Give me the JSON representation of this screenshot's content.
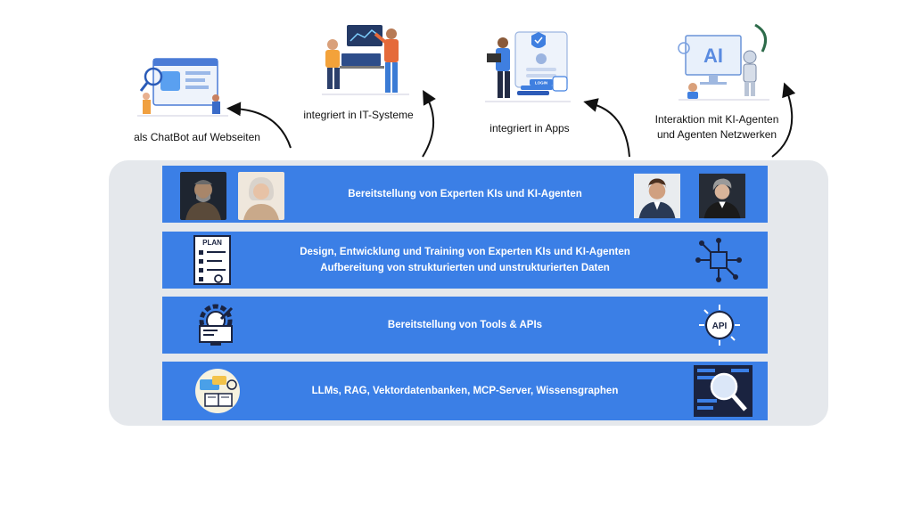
{
  "captions": {
    "chatbot": "als ChatBot auf Webseiten",
    "it_systems": "integriert in IT-Systeme",
    "apps": "integriert in Apps",
    "agents_line1": "Interaktion mit KI-Agenten",
    "agents_line2": "und Agenten Netzwerken"
  },
  "illustration_text": {
    "ai_label": "AI",
    "login_label": "LOGIN",
    "plan_label": "PLAN",
    "api_label": "API"
  },
  "layers": [
    {
      "id": "provision-experts",
      "lines": [
        "Bereitstellung von Experten KIs und KI-Agenten"
      ]
    },
    {
      "id": "design-dev",
      "lines": [
        "Design, Entwicklung und Training von Experten KIs und KI-Agenten",
        "Aufbereitung von strukturierten und unstrukturierten Daten"
      ]
    },
    {
      "id": "tools-apis",
      "lines": [
        "Bereitstellung von Tools & APIs"
      ]
    },
    {
      "id": "foundations",
      "lines": [
        "LLMs, RAG, Vektordatenbanken, MCP-Server, Wissensgraphen"
      ]
    }
  ],
  "colors": {
    "band": "#3b7fe6",
    "panel": "#e5e8ec",
    "icon_dark": "#1a2340"
  }
}
